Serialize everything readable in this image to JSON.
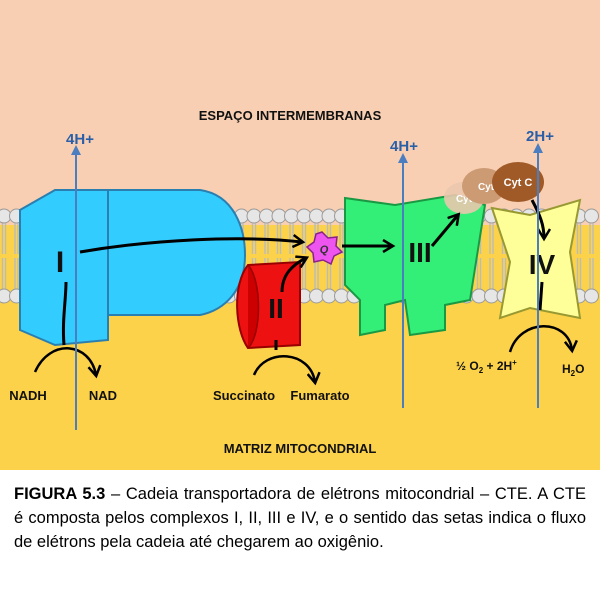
{
  "regions": {
    "intermembrane_label": "ESPAÇO INTERMEMBRANAS",
    "matrix_label": "MATRIZ MITOCONDRIAL"
  },
  "complexes": {
    "c1": "I",
    "c2": "II",
    "c3": "III",
    "c4": "IV",
    "q": "Q",
    "cyt1": "Cyt",
    "cyt2": "Cyt",
    "cyt3": "Cyt C"
  },
  "protons": {
    "p1": "4H+",
    "p2": "4H+",
    "p3": "2H+"
  },
  "substrates": {
    "nadh": "NADH",
    "nad": "NAD",
    "succinato": "Succinato",
    "fumarato": "Fumarato",
    "o2_prefix": "½ O",
    "o2_sub": "2",
    "o2_suffix": " + 2H",
    "o2_sup": "+",
    "h2o_h": "H",
    "h2o_sub": "2",
    "h2o_o": "O"
  },
  "caption": {
    "label": "FIGURA 5.3",
    "text": " –  Cadeia transportadora de elétrons mitocondrial – CTE.  A CTE é composta pelos complexos I, II, III e IV, e o sentido das setas indica o fluxo de elétrons pela cadeia até chegarem ao oxigênio."
  },
  "colors": {
    "intermembrane": "#f8cfb2",
    "matrix": "#fcd24a",
    "complex_I": "#33ccff",
    "complex_II": "#ee1111",
    "complex_III": "#33ee77",
    "complex_IV": "#ffff99",
    "q": "#ee55ee",
    "cyt_c": "#a05a28",
    "proton_arrow": "#4a7ec0"
  }
}
